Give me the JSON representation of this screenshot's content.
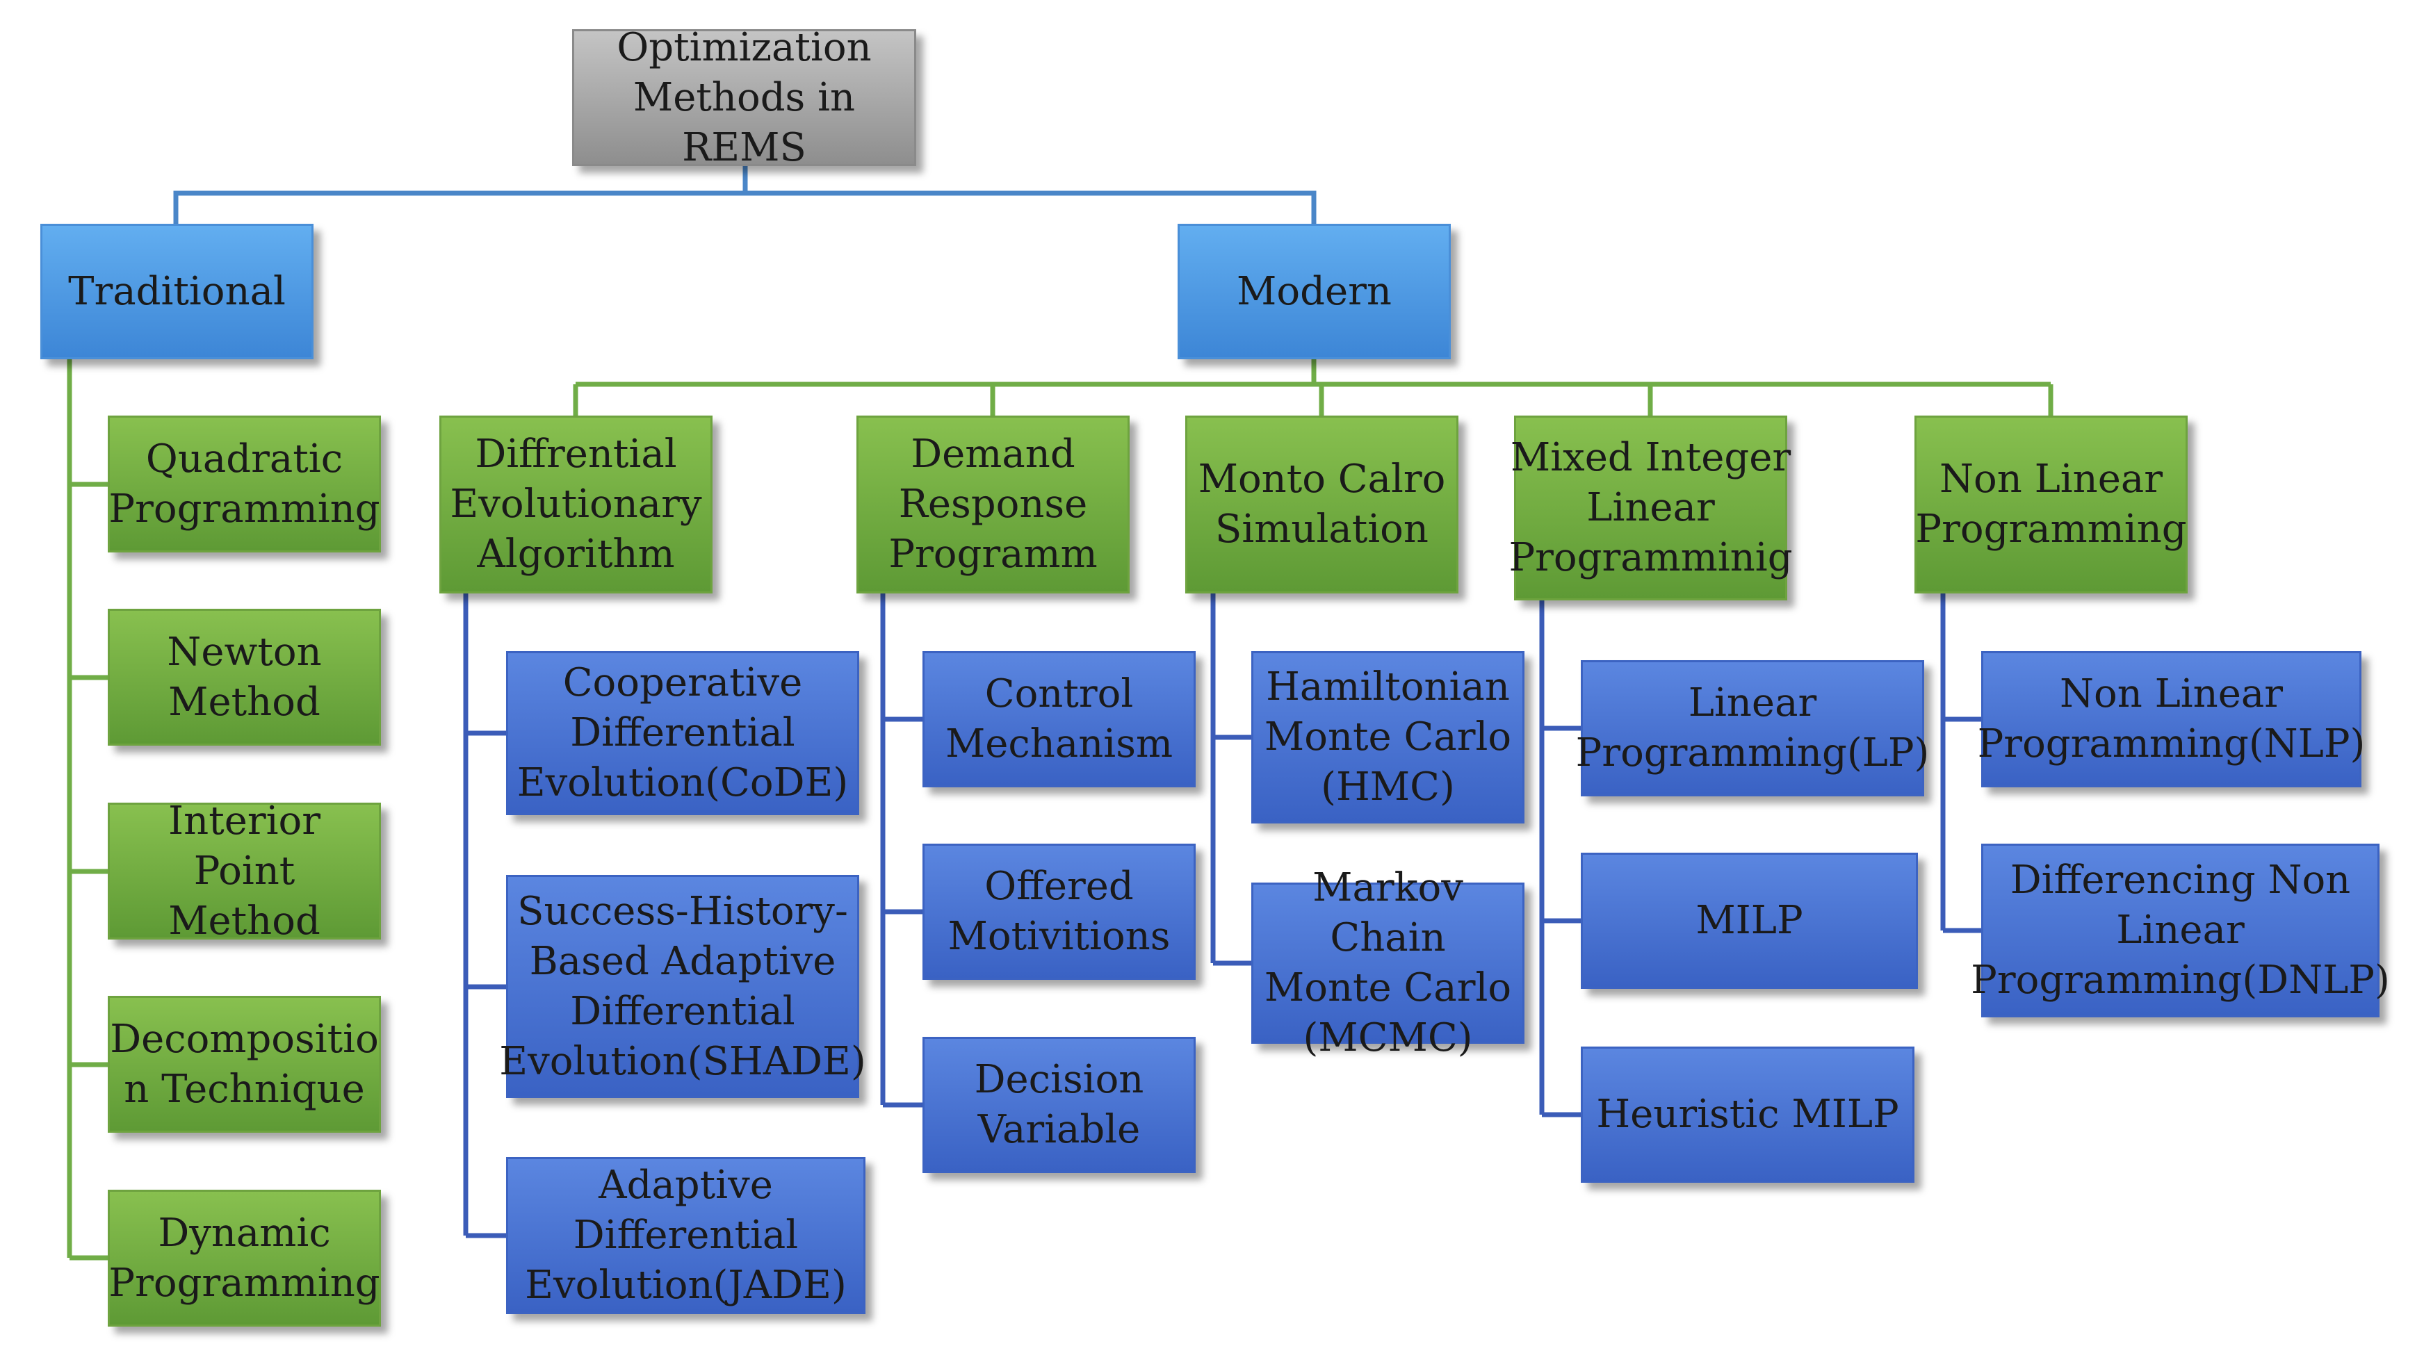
{
  "colors": {
    "root_fill": "#a8a8a8",
    "category_fill": "#4f9ae4",
    "method_fill": "#74ae43",
    "technique_fill": "#4a73d3",
    "blue_connector": "#4a86c8",
    "green_connector": "#70ad47",
    "navy_connector": "#3b5cb8"
  },
  "root": {
    "label": "Optimization\nMethods in REMS"
  },
  "traditional": {
    "label": "Traditional",
    "methods": [
      {
        "label": "Quadratic\nProgramming"
      },
      {
        "label": "Newton\nMethod"
      },
      {
        "label": "Interior Point\nMethod"
      },
      {
        "label": "Decompositio\nn Technique"
      },
      {
        "label": "Dynamic\nProgramming"
      }
    ]
  },
  "modern": {
    "label": "Modern",
    "branches": [
      {
        "label": "Diffrential\nEvolutionary\nAlgorithm",
        "children": [
          {
            "label": "Cooperative\nDifferential\nEvolution(CoDE)"
          },
          {
            "label": "Success-History-\nBased Adaptive\nDifferential\nEvolution(SHADE)"
          },
          {
            "label": "Adaptive\nDifferential\nEvolution(JADE)"
          }
        ]
      },
      {
        "label": "Demand\nResponse\nProgramm",
        "children": [
          {
            "label": "Control\nMechanism"
          },
          {
            "label": "Offered\nMotivitions"
          },
          {
            "label": "Decision\nVariable"
          }
        ]
      },
      {
        "label": "Monto Calro\nSimulation",
        "children": [
          {
            "label": "Hamiltonian\nMonte Carlo\n(HMC)"
          },
          {
            "label": "Markov Chain\nMonte Carlo\n(MCMC)"
          }
        ]
      },
      {
        "label": "Mixed Integer\nLinear\nProgramminig",
        "children": [
          {
            "label": "Linear\nProgramming(LP)"
          },
          {
            "label": "MILP"
          },
          {
            "label": "Heuristic MILP"
          }
        ]
      },
      {
        "label": "Non Linear\nProgramming",
        "children": [
          {
            "label": "Non Linear\nProgramming(NLP)"
          },
          {
            "label": "Differencing Non\nLinear\nProgramming(DNLP)"
          }
        ]
      }
    ]
  }
}
